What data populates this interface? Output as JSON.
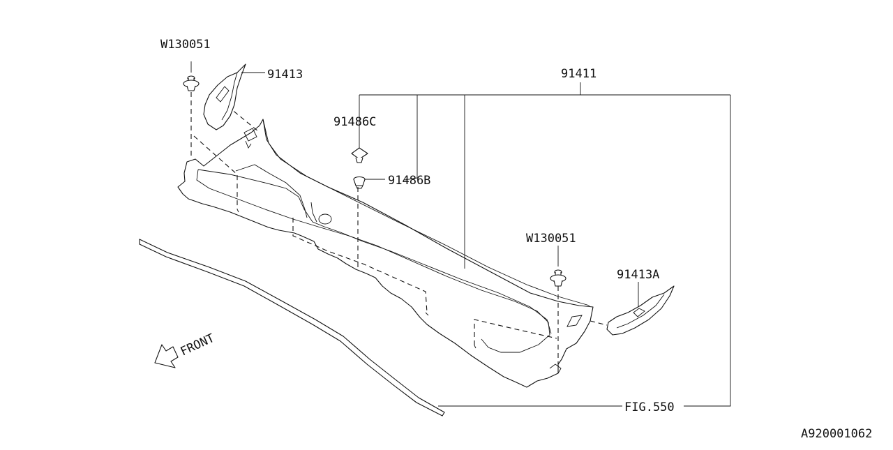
{
  "labels": {
    "clip_left": "W130051",
    "cover_left": "91413",
    "main_panel": "91411",
    "grommet_c": "91486C",
    "grommet_b": "91486B",
    "clip_right": "W130051",
    "cover_right": "91413A",
    "figure_ref": "FIG.550",
    "front": "FRONT",
    "diagram_id": "A920001062"
  },
  "colors": {
    "line": "#111111",
    "background": "#ffffff"
  }
}
